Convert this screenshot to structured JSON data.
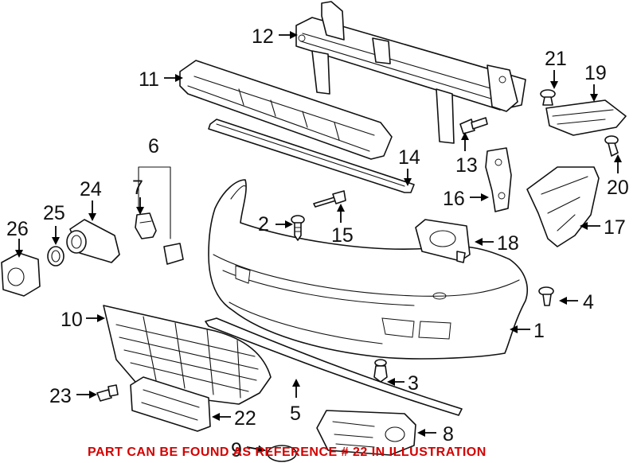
{
  "callouts": {
    "c1": "1",
    "c2": "2",
    "c3": "3",
    "c4": "4",
    "c5": "5",
    "c6": "6",
    "c7": "7",
    "c8": "8",
    "c9": "9",
    "c10": "10",
    "c11": "11",
    "c12": "12",
    "c13": "13",
    "c14": "14",
    "c15": "15",
    "c16": "16",
    "c17": "17",
    "c18": "18",
    "c19": "19",
    "c20": "20",
    "c21": "21",
    "c22": "22",
    "c23": "23",
    "c24": "24",
    "c25": "25",
    "c26": "26"
  },
  "note": "PART CAN BE FOUND AS REFERENCE # 22 IN ILLUSTRATION",
  "colors": {
    "note": "#d40000",
    "line": "#111111",
    "background": "#ffffff"
  }
}
